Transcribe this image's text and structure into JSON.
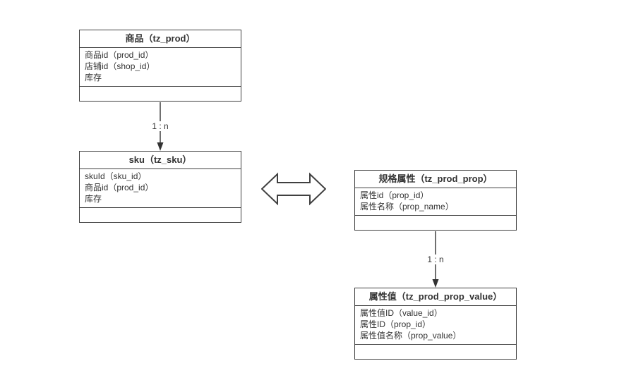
{
  "diagram": {
    "entities": [
      {
        "title": "商品（tz_prod）",
        "fields": [
          "商品id（prod_id）",
          "店铺id（shop_id）",
          "库存"
        ]
      },
      {
        "title": "sku（tz_sku）",
        "fields": [
          "skuId（sku_id）",
          "商品id（prod_id）",
          "库存"
        ]
      },
      {
        "title": "规格属性（tz_prod_prop）",
        "fields": [
          "属性id（prop_id）",
          "属性名称（prop_name）"
        ]
      },
      {
        "title": "属性值（tz_prod_prop_value）",
        "fields": [
          "属性值ID（value_id）",
          "属性ID（prop_id）",
          "属性值名称（prop_value）"
        ]
      }
    ],
    "edges": [
      {
        "from": "商品（tz_prod）",
        "to": "sku（tz_sku）",
        "label": "1 : n"
      },
      {
        "from": "规格属性（tz_prod_prop）",
        "to": "属性值（tz_prod_prop_value）",
        "label": "1 : n"
      }
    ],
    "colors": {
      "border": "#404040",
      "text": "#333333",
      "background": "#ffffff"
    }
  }
}
